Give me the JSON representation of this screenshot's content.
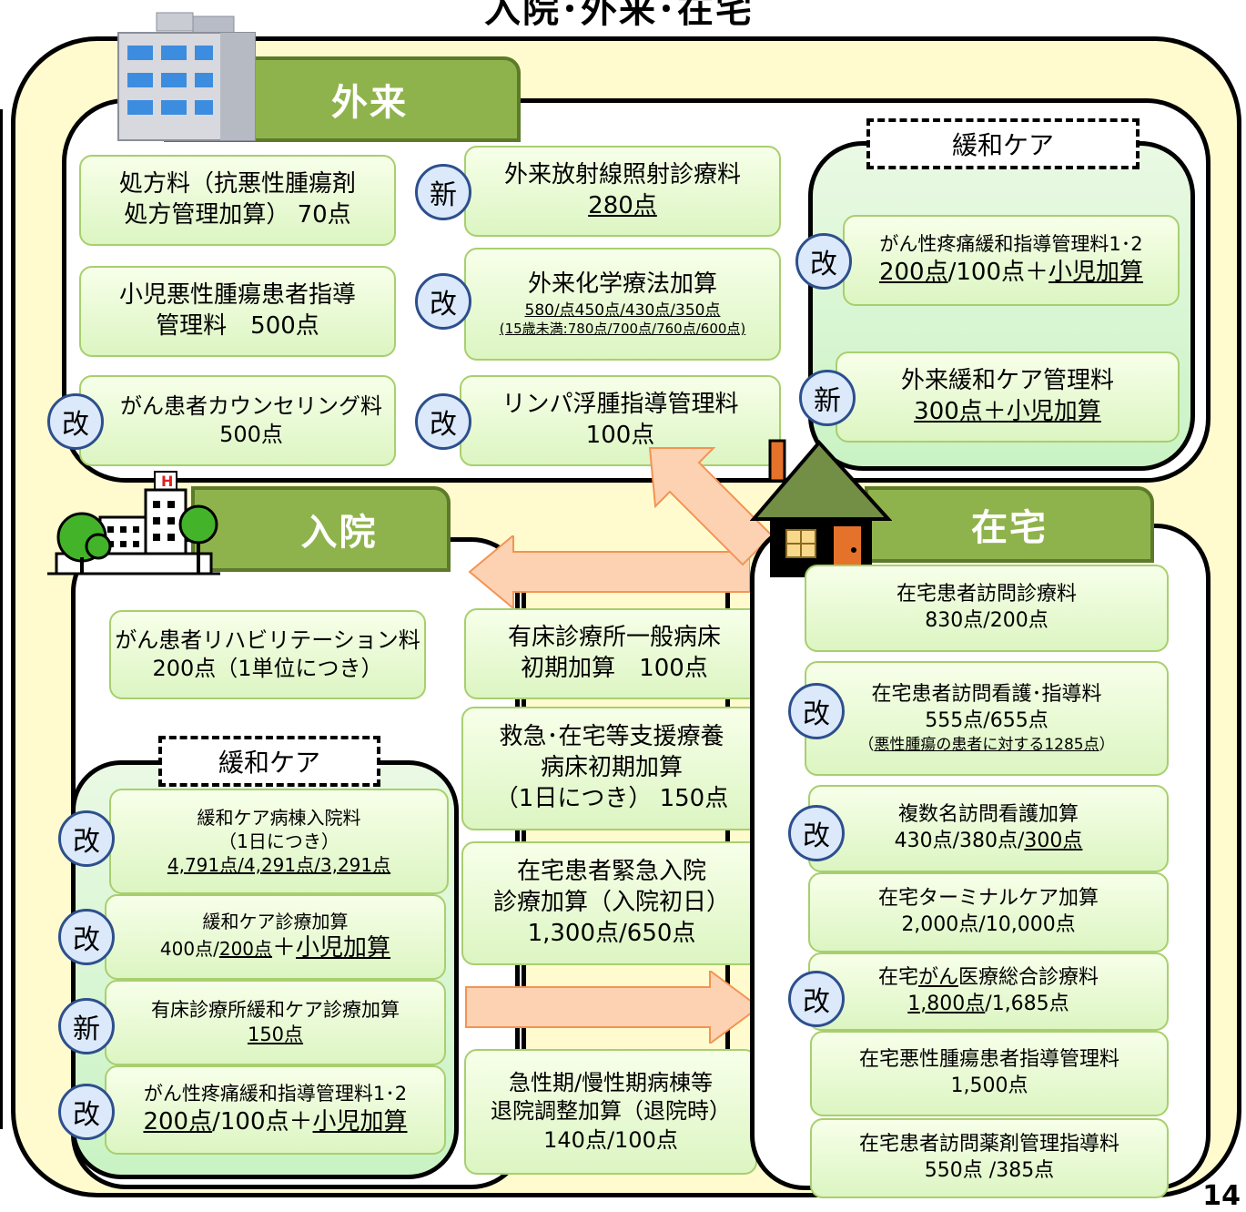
{
  "title": "入院･外来･在宅",
  "page_number": "14",
  "colors": {
    "background": "#fffbcf",
    "tab": "#8fb34c",
    "box_fill": "#dcf5c2",
    "care_panel": "#c9f3c4",
    "badge": "#dbe9fb",
    "arrow": "#fcd2b3"
  },
  "icons": {
    "outpatient": "office-building-icon",
    "inpatient": "hospital-icon",
    "home": "house-icon"
  },
  "outpatient": {
    "label": "外来",
    "items": [
      {
        "badge": "",
        "line1": "処方料（抗悪性腫瘍剤",
        "line2": "処方管理加算） 70点"
      },
      {
        "badge": "",
        "line1": "小児悪性腫瘍患者指導",
        "line2": "管理料　500点"
      },
      {
        "badge": "改",
        "line1": "がん患者カウンセリング料",
        "line2": "500点"
      },
      {
        "badge": "新",
        "line1": "外来放射線照射診療料",
        "line2": "280点"
      },
      {
        "badge": "改",
        "line1": "外来化学療法加算",
        "line2": "580/点450点/430点/350点",
        "line3": "(15歳未満:780点/700点/760点/600点)"
      },
      {
        "badge": "改",
        "line1": "リンパ浮腫指導管理料",
        "line2": "100点"
      }
    ],
    "palliative": {
      "label": "緩和ケア",
      "items": [
        {
          "badge": "改",
          "line1": "がん性疼痛緩和指導管理料1･2",
          "line2_a": "200点",
          "line2_b": "/100点＋",
          "line2_c": "小児加算"
        },
        {
          "badge": "新",
          "line1": "外来緩和ケア管理料",
          "line2": "300点＋小児加算"
        }
      ]
    }
  },
  "inpatient": {
    "label": "入院",
    "items": [
      {
        "line1": "がん患者リハビリテーション料",
        "line2": "200点（1単位につき）"
      }
    ],
    "palliative": {
      "label": "緩和ケア",
      "items": [
        {
          "badge": "改",
          "line1": "緩和ケア病棟入院料",
          "line2": "（1日につき）",
          "line3": "4,791点/4,291点/3,291点"
        },
        {
          "badge": "改",
          "line1": "緩和ケア診療加算",
          "line2_a": "400点/",
          "line2_b": "200点",
          "line2_c": "＋",
          "line2_d": "小児加算"
        },
        {
          "badge": "新",
          "line1": "有床診療所緩和ケア診療加算",
          "line2": "150点"
        },
        {
          "badge": "改",
          "line1": "がん性疼痛緩和指導管理料1･2",
          "line2_a": "200点",
          "line2_b": "/100点＋",
          "line2_c": "小児加算"
        }
      ]
    }
  },
  "middle": {
    "items": [
      {
        "line1": "有床診療所一般病床",
        "line2": "初期加算　100点"
      },
      {
        "line1": "救急･在宅等支援療養",
        "line2": "病床初期加算",
        "line3": "（1日につき） 150点"
      },
      {
        "line1": "在宅患者緊急入院",
        "line2": "診療加算（入院初日）",
        "line3": "1,300点/650点"
      },
      {
        "line1": "急性期/慢性期病棟等",
        "line2": "退院調整加算（退院時）",
        "line3": "140点/100点"
      }
    ]
  },
  "home": {
    "label": "在宅",
    "items": [
      {
        "badge": "",
        "line1": "在宅患者訪問診療料",
        "line2": "830点/200点"
      },
      {
        "badge": "改",
        "line1": "在宅患者訪問看護･指導料",
        "line2": "555点/655点",
        "line3_a": "（",
        "line3_b": "悪性腫瘍の患者に対する1285点",
        "line3_c": "）"
      },
      {
        "badge": "改",
        "line1": "複数名訪問看護加算",
        "line2_a": "430点/380点/",
        "line2_b": "300点"
      },
      {
        "badge": "",
        "line1": "在宅ターミナルケア加算",
        "line2": "2,000点/10,000点"
      },
      {
        "badge": "改",
        "line1_a": "在宅",
        "line1_b": "がん",
        "line1_c": "医療総合診療料",
        "line2_a": "1,800点",
        "line2_b": "/1,685点"
      },
      {
        "badge": "",
        "line1": "在宅悪性腫瘍患者指導管理料",
        "line2": "1,500点"
      },
      {
        "badge": "",
        "line1": "在宅患者訪問薬剤管理指導料",
        "line2": "550点 /385点"
      }
    ]
  }
}
